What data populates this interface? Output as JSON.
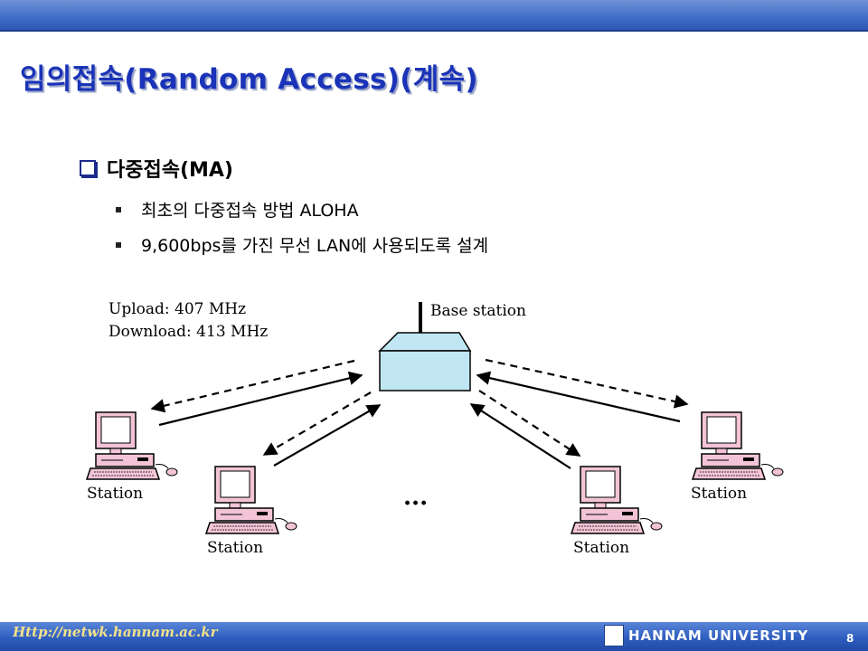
{
  "slide": {
    "title": "임의접속(Random Access)(계속)",
    "main_bullet": "다중접속(MA)",
    "sub_bullets": [
      "최초의 다중접속 방법 ALOHA",
      "9,600bps를 가진 무선 LAN에 사용되도록 설계"
    ]
  },
  "diagram": {
    "upload_label": "Upload: 407 MHz",
    "download_label": "Download: 413 MHz",
    "base_station_label": "Base station",
    "station_label": "Station",
    "ellipsis": "..."
  },
  "footer": {
    "url": "Http://netwk.hannam.ac.kr",
    "university": "HANNAM UNIVERSITY",
    "page_number": "8"
  },
  "colors": {
    "title": "#1a33b8",
    "bar": "#3f6cc8",
    "monitor_pink": "#f2c4d6",
    "base_station": "#bfe6f2"
  }
}
